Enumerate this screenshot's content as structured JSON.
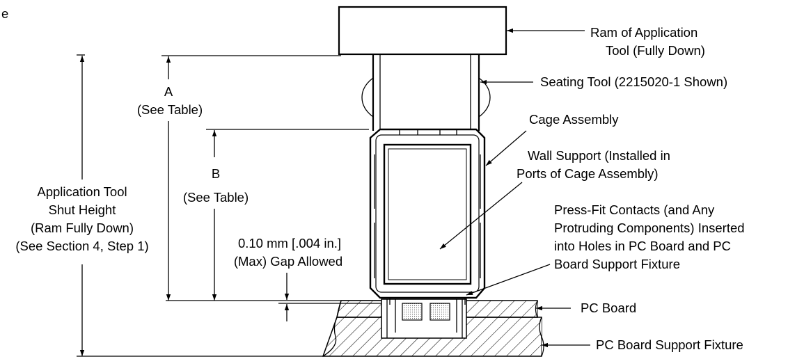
{
  "corner_text": "e",
  "callouts": {
    "ram": {
      "line1": "Ram of Application",
      "line2": "Tool (Fully Down)"
    },
    "seating_tool": "Seating Tool (2215020-1 Shown)",
    "cage_assembly": "Cage Assembly",
    "wall_support": {
      "line1": "Wall Support (Installed in",
      "line2": "Ports of Cage Assembly)"
    },
    "press_fit": {
      "line1": "Press-Fit Contacts (and Any",
      "line2": "Protruding Components) Inserted",
      "line3": "into Holes in PC Board and PC",
      "line4": "Board Support Fixture"
    },
    "pc_board": "PC Board",
    "support_fixture": "PC Board Support Fixture"
  },
  "dimensions": {
    "a": {
      "letter": "A",
      "note": "(See Table)"
    },
    "b": {
      "letter": "B",
      "note": "(See Table)"
    },
    "gap": {
      "line1": "0.10 mm [.004 in.]",
      "line2": "(Max) Gap Allowed"
    },
    "shut_height": {
      "line1": "Application Tool",
      "line2": "Shut Height",
      "line3": "(Ram Fully Down)",
      "line4": "(See Section 4, Step 1)"
    }
  }
}
